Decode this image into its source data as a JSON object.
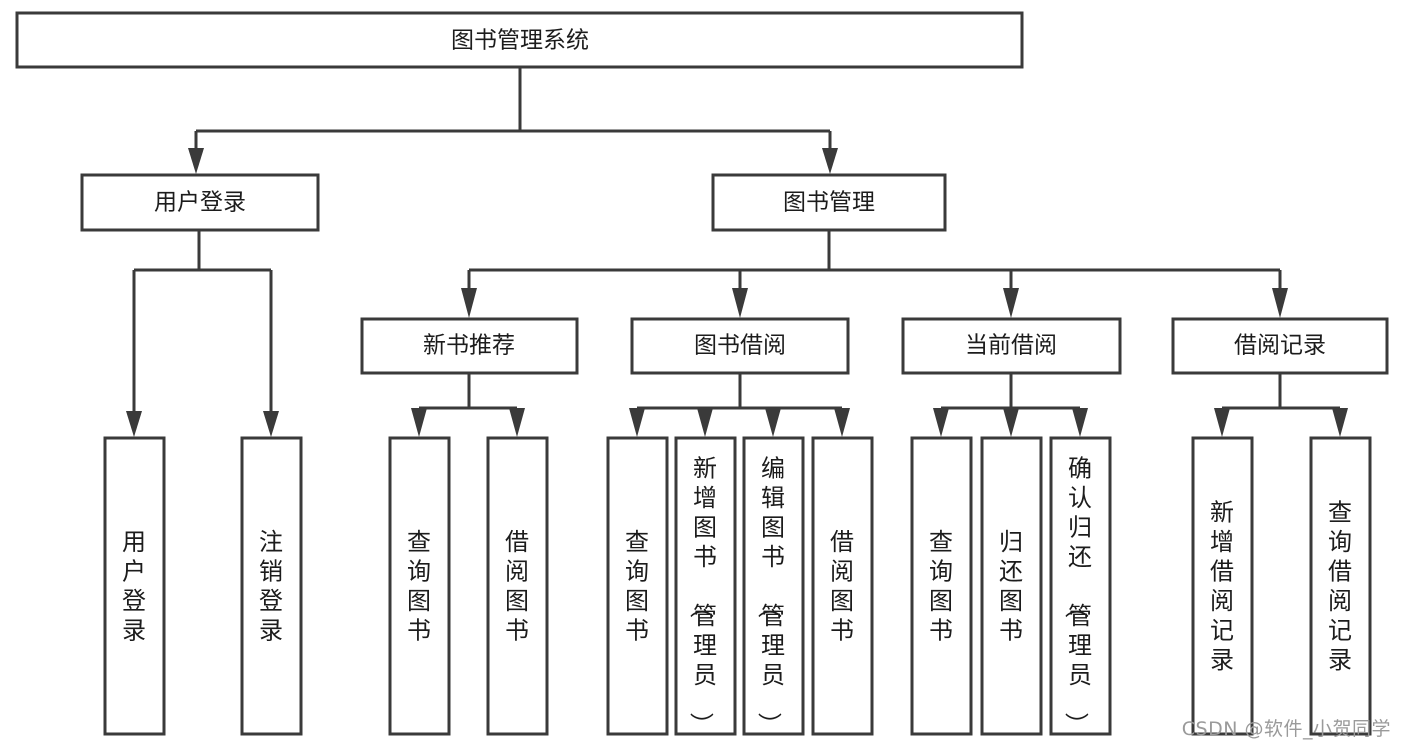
{
  "diagram": {
    "type": "tree",
    "title": "图书管理系统",
    "orientation": "top-down",
    "colors": {
      "box_fill": "#ffffff",
      "box_stroke": "#3a3a3a",
      "text": "#1c1c1c",
      "watermark": "#9a9a9a",
      "background": "#ffffff"
    }
  },
  "watermark": {
    "text": "CSDN @软件_小贺同学"
  },
  "nodes": {
    "root": {
      "label": "图书管理系统",
      "level": 1,
      "orientation": "horizontal"
    },
    "l2": [
      {
        "id": "user-login",
        "label": "用户登录",
        "level": 2,
        "orientation": "horizontal"
      },
      {
        "id": "book-manage",
        "label": "图书管理",
        "level": 2,
        "orientation": "horizontal"
      }
    ],
    "l3": [
      {
        "id": "new-book-rec",
        "label": "新书推荐",
        "level": 3,
        "orientation": "horizontal",
        "parent": "book-manage"
      },
      {
        "id": "book-borrow",
        "label": "图书借阅",
        "level": 3,
        "orientation": "horizontal",
        "parent": "book-manage"
      },
      {
        "id": "current-borrow",
        "label": "当前借阅",
        "level": 3,
        "orientation": "horizontal",
        "parent": "book-manage"
      },
      {
        "id": "borrow-record",
        "label": "借阅记录",
        "level": 3,
        "orientation": "horizontal",
        "parent": "book-manage"
      }
    ],
    "leaves": [
      {
        "id": "leaf-user-login",
        "label": "用户登录",
        "parent": "user-login",
        "orientation": "vertical"
      },
      {
        "id": "leaf-logout",
        "label": "注销登录",
        "parent": "user-login",
        "orientation": "vertical"
      },
      {
        "id": "leaf-query-book-1",
        "label": "查询图书",
        "parent": "new-book-rec",
        "orientation": "vertical"
      },
      {
        "id": "leaf-borrow-book-1",
        "label": "借阅图书",
        "parent": "new-book-rec",
        "orientation": "vertical"
      },
      {
        "id": "leaf-query-book-2",
        "label": "查询图书",
        "parent": "book-borrow",
        "orientation": "vertical"
      },
      {
        "id": "leaf-add-book",
        "label": "新增图书（管理员）",
        "parent": "book-borrow",
        "orientation": "vertical"
      },
      {
        "id": "leaf-edit-book",
        "label": "编辑图书（管理员）",
        "parent": "book-borrow",
        "orientation": "vertical"
      },
      {
        "id": "leaf-borrow-book-2",
        "label": "借阅图书",
        "parent": "book-borrow",
        "orientation": "vertical"
      },
      {
        "id": "leaf-query-book-3",
        "label": "查询图书",
        "parent": "current-borrow",
        "orientation": "vertical"
      },
      {
        "id": "leaf-return-book",
        "label": "归还图书",
        "parent": "current-borrow",
        "orientation": "vertical"
      },
      {
        "id": "leaf-confirm-return",
        "label": "确认归还（管理员）",
        "parent": "current-borrow",
        "orientation": "vertical"
      },
      {
        "id": "leaf-add-record",
        "label": "新增借阅记录",
        "parent": "borrow-record",
        "orientation": "vertical"
      },
      {
        "id": "leaf-query-record",
        "label": "查询借阅记录",
        "parent": "borrow-record",
        "orientation": "vertical"
      }
    ]
  }
}
